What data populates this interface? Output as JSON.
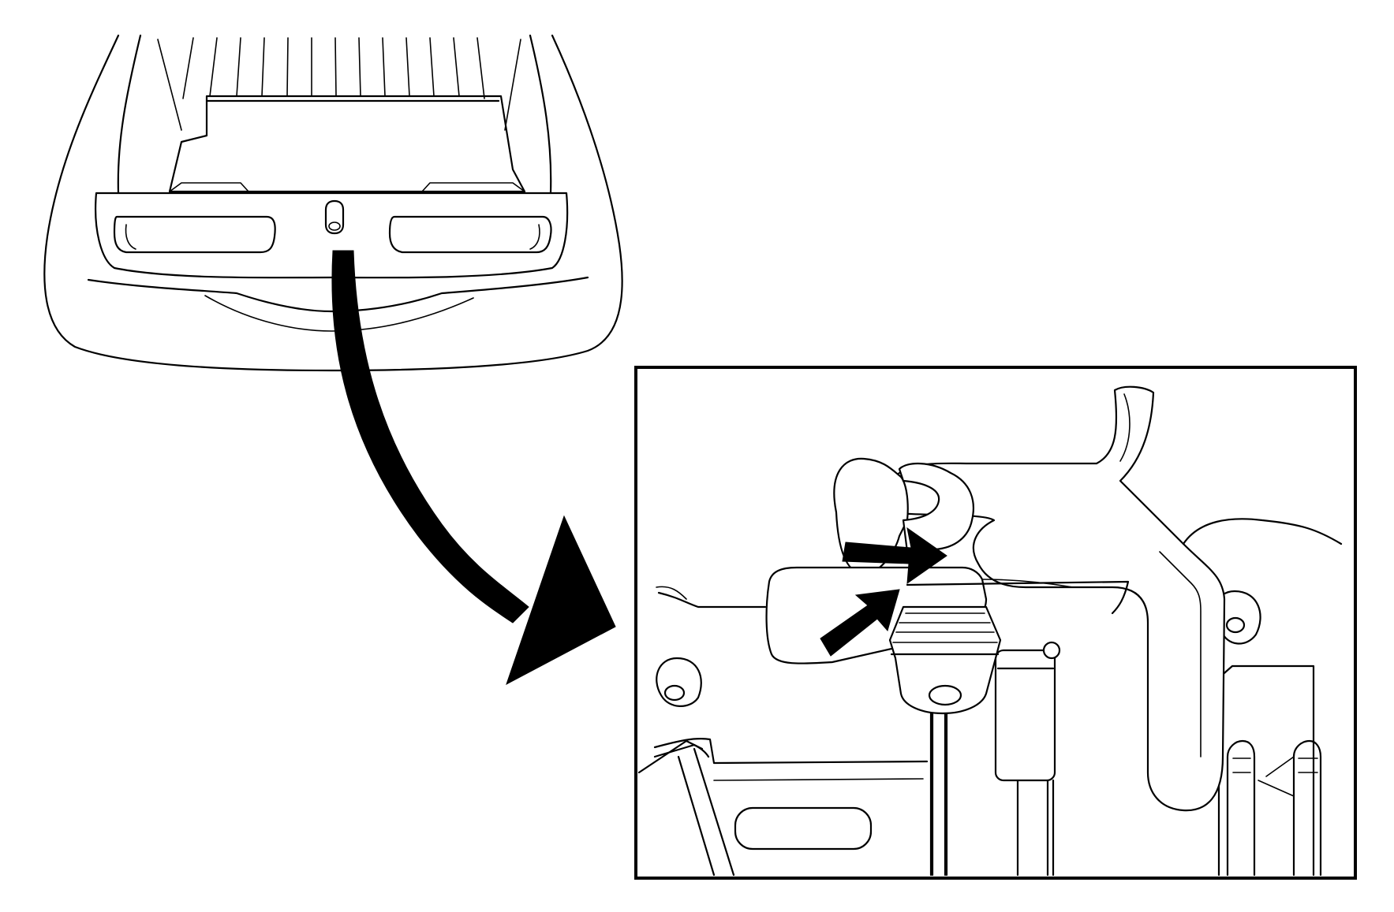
{
  "diagram": {
    "colors": {
      "line": "#000000",
      "background": "#ffffff"
    },
    "overview": {
      "subject": "vehicle-rear-view"
    },
    "detail": {
      "subject": "latch-and-bumper-closeup",
      "callout_arrows": 2
    },
    "leader": {
      "direction": "overview-to-detail"
    }
  }
}
